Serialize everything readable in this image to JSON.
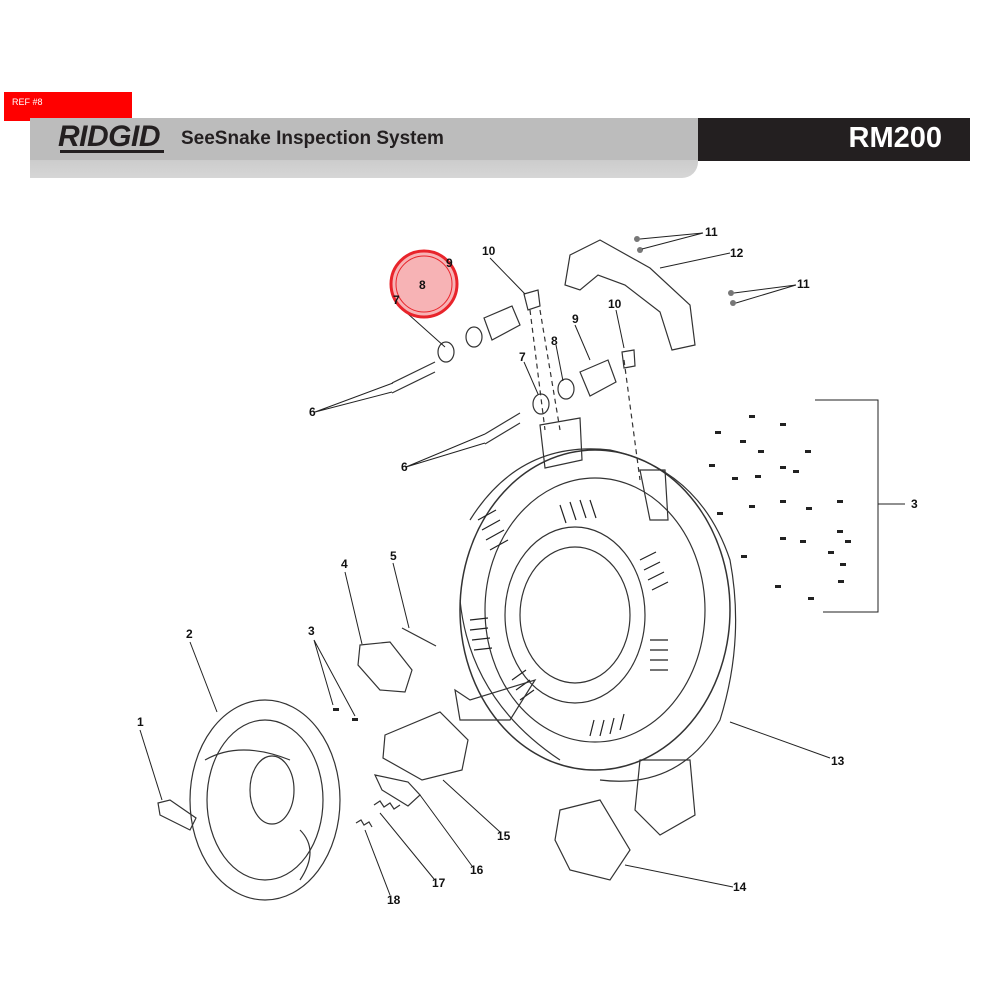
{
  "ref_tag": "REF #8",
  "header": {
    "brand": "RIDGID",
    "product": "SeeSnake Inspection System",
    "model": "RM200"
  },
  "callouts": {
    "c1": "1",
    "c2": "2",
    "c3a": "3",
    "c3b": "3",
    "c4": "4",
    "c5": "5",
    "c6a": "6",
    "c6b": "6",
    "c7a": "7",
    "c7b": "7",
    "c8a": "8",
    "c8b": "8",
    "c9a": "9",
    "c9b": "9",
    "c10a": "10",
    "c10b": "10",
    "c11a": "11",
    "c11b": "11",
    "c12": "12",
    "c13": "13",
    "c14": "14",
    "c15": "15",
    "c16": "16",
    "c17": "17",
    "c18": "18"
  },
  "highlight": {
    "part": "8",
    "color": "#e8242b"
  },
  "colors": {
    "accent_red": "#ff0000",
    "header_gray": "#bcbcbc",
    "header_dark": "#231f20"
  }
}
